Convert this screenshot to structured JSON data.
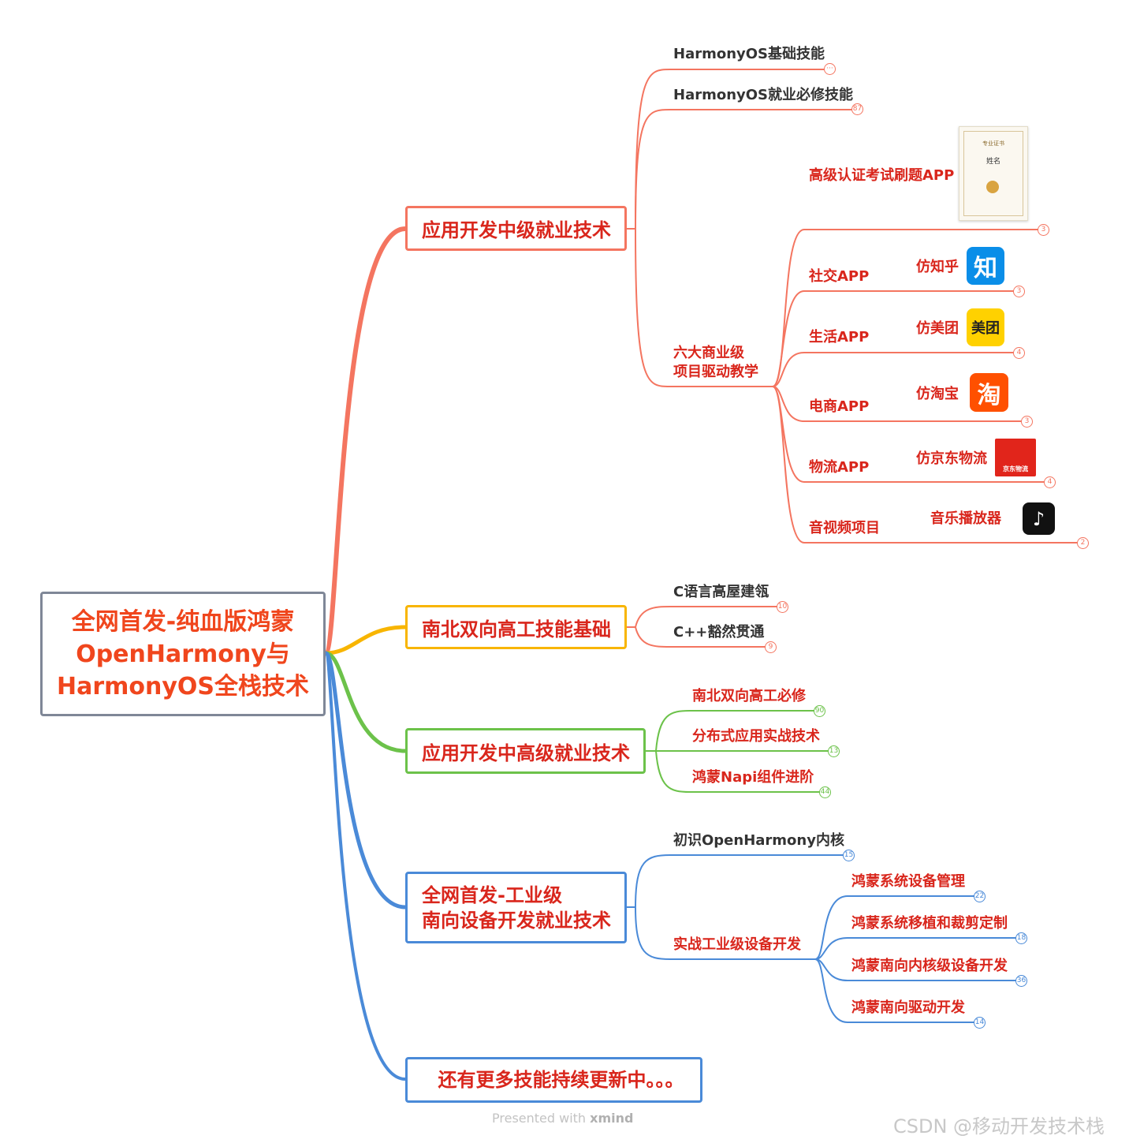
{
  "root": {
    "line1": "全网首发-纯血版鸿蒙",
    "line2": "OpenHarmony与",
    "line3": "HarmonyOS全栈技术"
  },
  "branch1": {
    "title": "应用开发中级就业技术",
    "c1": {
      "label": "HarmonyOS基础技能",
      "badge": "···"
    },
    "c2": {
      "label": "HarmonyOS就业必修技能",
      "badge": "87"
    },
    "cert_label": "高级认证考试刷题APP",
    "cert": {
      "title": "专业证书",
      "name": "姓名"
    },
    "projects": {
      "line1": "六大商业级",
      "line2": "项目驱动教学",
      "badge": "3",
      "items": [
        {
          "label": "社交APP",
          "sub": "仿知乎",
          "icon": "知",
          "badge": "3"
        },
        {
          "label": "生活APP",
          "sub": "仿美团",
          "icon": "美团",
          "badge": "4"
        },
        {
          "label": "电商APP",
          "sub": "仿淘宝",
          "icon": "淘",
          "badge": "3"
        },
        {
          "label": "物流APP",
          "sub": "仿京东物流",
          "icon": "京东物流",
          "badge": "4"
        },
        {
          "label": "音视频项目",
          "sub": "音乐播放器",
          "icon": "♪",
          "badge": "2"
        }
      ]
    }
  },
  "branch2": {
    "title": "南北双向高工技能基础",
    "c1": {
      "label": "C语言高屋建瓴",
      "badge": "10"
    },
    "c2": {
      "label": "C++豁然贯通",
      "badge": "9"
    }
  },
  "branch3": {
    "title": "应用开发中高级就业技术",
    "c1": {
      "label": "南北双向高工必修",
      "badge": "90"
    },
    "c2": {
      "label": "分布式应用实战技术",
      "badge": "13"
    },
    "c3": {
      "label": "鸿蒙Napi组件进阶",
      "badge": "44"
    }
  },
  "branch4": {
    "line1": "全网首发-工业级",
    "line2": "南向设备开发就业技术",
    "c1": {
      "label": "初识OpenHarmony内核",
      "badge": "15"
    },
    "c2": {
      "label": "实战工业级设备开发"
    },
    "items": [
      {
        "label": "鸿蒙系统设备管理",
        "badge": "22"
      },
      {
        "label": "鸿蒙系统移植和裁剪定制",
        "badge": "18"
      },
      {
        "label": "鸿蒙南向内核级设备开发",
        "badge": "36"
      },
      {
        "label": "鸿蒙南向驱动开发",
        "badge": "14"
      }
    ]
  },
  "branch5": {
    "title": "还有更多技能持续更新中。。。"
  },
  "footer": {
    "presented": "Presented with",
    "brand": "xmind"
  },
  "watermark": "CSDN @移动开发技术栈",
  "colors": {
    "orange": "#f47560",
    "yellow": "#f8b500",
    "green": "#6cc24a",
    "blue": "#4a8ad8",
    "title_red": "#d9261c",
    "root_text": "#f0461d"
  }
}
